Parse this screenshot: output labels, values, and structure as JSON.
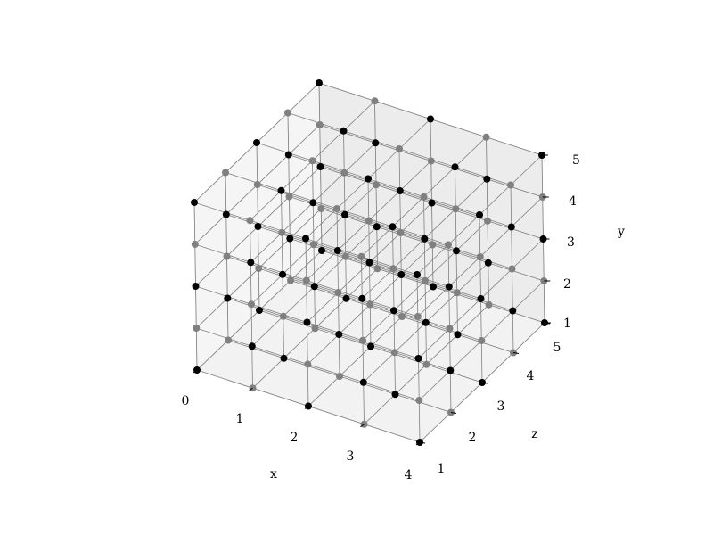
{
  "chart_data": {
    "type": "scatter",
    "projection": "3d",
    "title": "",
    "xlabel": "x",
    "ylabel": "y",
    "zlabel": "z",
    "xlim": [
      0,
      4
    ],
    "ylim": [
      1,
      5
    ],
    "zlim": [
      1,
      5
    ],
    "x_ticks": [
      "0",
      "1",
      "2",
      "3",
      "4"
    ],
    "y_ticks": [
      "1",
      "2",
      "3",
      "4",
      "5"
    ],
    "z_ticks": [
      "1",
      "2",
      "3",
      "4",
      "5"
    ],
    "grid": true,
    "legend": "none",
    "colors": {
      "marker_primary": "#000000",
      "marker_secondary": "#808080",
      "pane": "#f2f2f2",
      "line": "#808080"
    },
    "lattice": {
      "x": [
        0,
        1,
        2,
        3,
        4
      ],
      "y": [
        1,
        2,
        3,
        4,
        5
      ],
      "z": [
        1,
        2,
        3,
        4,
        5
      ],
      "coloring": "alternating"
    }
  }
}
